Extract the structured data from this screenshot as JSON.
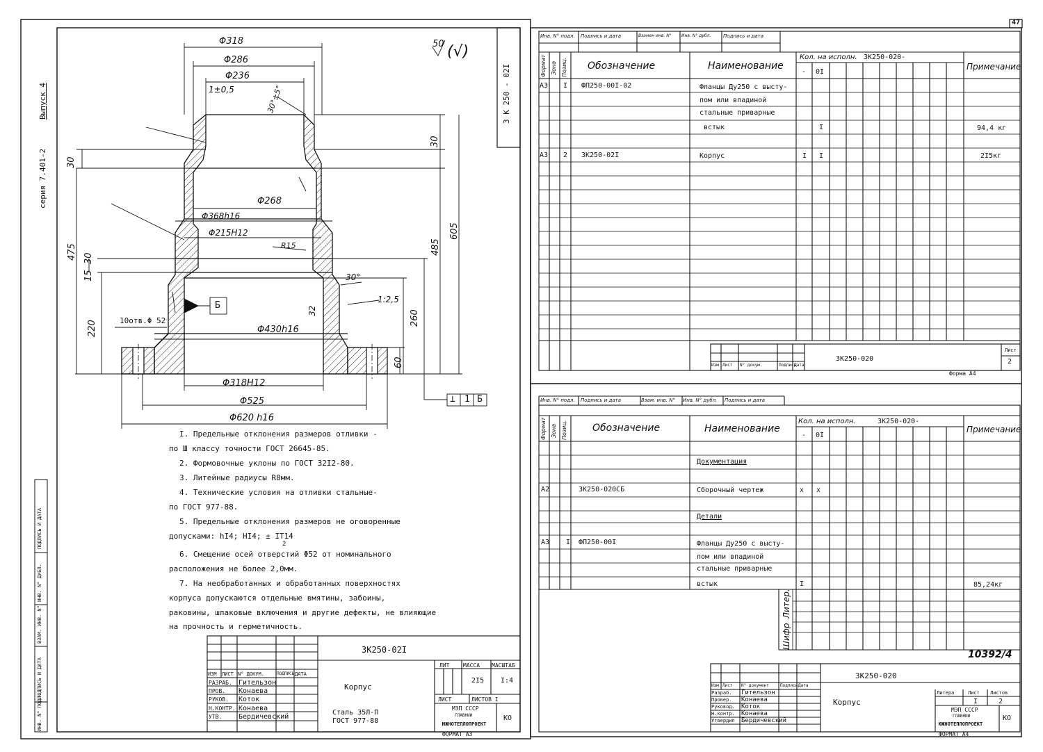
{
  "page_number": "47",
  "series_side": {
    "series": "серия 7.401-2",
    "issue": "Выпуск 4"
  },
  "left_sheet": {
    "vertical_code": "3 К 250 - 02I",
    "roughness": "50",
    "roughness_sym": "(√)",
    "dims": {
      "d318": "Φ318",
      "d286": "Φ286",
      "d236": "Φ236",
      "chamfer": "1±0,5",
      "angle1": "30°±5°",
      "d268": "Φ268",
      "d368": "Φ368h16",
      "d215": "Φ215H12",
      "r15": "R15",
      "a30": "30°",
      "slope": "1:2,5",
      "d430": "Φ430h16",
      "holes": "10отв.Φ 52",
      "d318h": "Φ318H12",
      "d525": "Φ525",
      "d620": "Φ620 h16",
      "h30a": "30",
      "h30b": "30",
      "h605": "605",
      "h485": "485",
      "h475": "475",
      "h15": "15",
      "h30c": "30",
      "h220": "220",
      "h260": "260",
      "h60": "60",
      "h32": "32",
      "datum": "Б",
      "tol_sym": "⊥",
      "tol_val": "1",
      "tol_ref": "Б"
    },
    "notes": [
      "I. Предельные отклонения размеров отливки -",
      "по Ш классу точности ГОСТ 26645-85.",
      "2. Формовочные уклоны по ГОСТ 32I2-80.",
      "3. Литейные радиусы R8мм.",
      "4. Технические условия на отливки стальные-",
      "по ГОСТ 977-88.",
      "5. Предельные отклонения размеров не оговоренные",
      "допусками: hI4;  HI4;  ± IT14",
      "6. Смещение осей отверстий Φ52 от номинального",
      "расположения не более 2,0мм.",
      "7. На необработанных и обработанных поверхностях",
      "корпуса допускаются отдельные вмятины, забоины,",
      "раковины, шлаковые включения и другие дефекты, не влияющие",
      "на прочность и герметичность."
    ],
    "note5_sub": "2",
    "title_block": {
      "code": "3К250-02I",
      "name": "Корпус",
      "material": "Сталь 35Л-П",
      "gost": "ГОСТ 977-88",
      "mass_header": "МАССА",
      "scale_header": "МАСШТАБ",
      "lit_header": "ЛИТ",
      "mass": "2I5",
      "scale": "I:4",
      "sheet": "ЛИСТ",
      "sheets": "ЛИСТОВ  I",
      "org": "МЭП СССР",
      "org2": "ГЛАВНИИ",
      "org3": "ЮЖНОТЕПЛОПРОЕКТ",
      "ko": "КО",
      "format": "ФОРМАТ А3",
      "cols": [
        "ИЗМ",
        "ЛИСТ",
        "N° ДОКУМ.",
        "ПОДПИСЬ",
        "ДАТА"
      ],
      "roles": [
        {
          "role": "РАЗРАБ.",
          "name": "Гительзон"
        },
        {
          "role": "ПРОВ.",
          "name": "Конаева"
        },
        {
          "role": "РУКОВ.",
          "name": "Коток"
        },
        {
          "role": "Н.КОНТР.",
          "name": "Конаева"
        },
        {
          "role": "УТВ.",
          "name": "Бердичевский"
        }
      ]
    },
    "side_stamp": [
      "ИНВ. N° ПОДЛ.",
      "ПОДПИСЬ И ДАТА",
      "ВЗАМ. ИНВ. N°",
      "ИНВ. N° ДУБЛ.",
      "ПОДПИСЬ И ДАТА"
    ]
  },
  "spec_top": {
    "stamp_row": [
      "Инв. N° подл.",
      "Подпись и дата",
      "Взамен инв. N°",
      "Инв. N° дубл.",
      "Подпись и дата"
    ],
    "col_headers": {
      "format": "Формат",
      "zone": "Зона",
      "pos": "Позиц.",
      "designation": "Обозначение",
      "name": "Наименование",
      "qty": "Кол. на исполн.",
      "qty_code": "3К250-020-",
      "dash": "-",
      "ex01": "0I",
      "note": "Примечание"
    },
    "rows": [
      {
        "format": "А3",
        "pos": "I",
        "designation": "ФП250-00I-02",
        "name": [
          "Фланцы Ду250 с высту-",
          "пом или впадиной",
          "стальные приварные",
          "встык"
        ],
        "q01": "I",
        "note": "94,4 кг"
      },
      {
        "format": "А3",
        "pos": "2",
        "designation": "3К250-02I",
        "name": [
          "Корпус"
        ],
        "q0": "I",
        "q01": "I",
        "note": "2I5кг"
      }
    ],
    "footer_code": "3К250-020",
    "footer_cols": [
      "Изм",
      "Лист",
      "N° докум.",
      "Подпись",
      "Дата"
    ],
    "sheet_label": "Лист",
    "sheet_num": "2",
    "form": "Форма А4"
  },
  "spec_bottom": {
    "stamp_row": [
      "Инв. N° подл.",
      "Подпись и дата",
      "Взам. инв. N°",
      "Инв. N° дубл.",
      "Подпись и дата"
    ],
    "col_headers": {
      "format": "Формат",
      "zone": "Зона",
      "pos": "Позиц.",
      "designation": "Обозначение",
      "name": "Наименование",
      "qty": "Кол. на исполн.",
      "qty_code": "3К250-020-",
      "dash": "-",
      "ex01": "0I",
      "note": "Примечание"
    },
    "rows": [
      {
        "name": "Документация"
      },
      {
        "format": "А2",
        "designation": "3К250-020СБ",
        "name": "Сборочный чертеж",
        "q0": "x",
        "q01": "x"
      },
      {
        "name": "Детали"
      },
      {
        "format": "А3",
        "pos": "I",
        "designation": "ФП250-00I",
        "name": [
          "Фланцы Ду250 с высту-",
          "пом или впадиной",
          "стальные приварные",
          "встык"
        ],
        "q0": "I",
        "note": "85,24кг"
      }
    ],
    "side_labels": [
      "Шифр",
      "Литер."
    ],
    "archive_num": "10392/4",
    "title_block": {
      "code": "3К250-020",
      "name": "Корпус",
      "lit": "Литера",
      "sheet": "Лист",
      "sheets": "Листов",
      "sheet_val": "I",
      "sheets_val": "2",
      "org": "МЭП СССР",
      "org2": "ГЛАВНИИ",
      "org3": "ЮЖНОТЕПЛОПРОЕКТ",
      "ko": "КО",
      "format": "ФОРМАТ А4",
      "cols": [
        "Изм",
        "Лист",
        "N° документ",
        "Подпись",
        "Дата"
      ],
      "roles": [
        {
          "role": "Разраб.",
          "name": "Гительзон"
        },
        {
          "role": "Провер.",
          "name": "Конаева"
        },
        {
          "role": "Руковод.",
          "name": "Коток"
        },
        {
          "role": "Н.контр.",
          "name": "Конаева"
        },
        {
          "role": "Утвердил",
          "name": "Бердичевский"
        }
      ]
    }
  }
}
